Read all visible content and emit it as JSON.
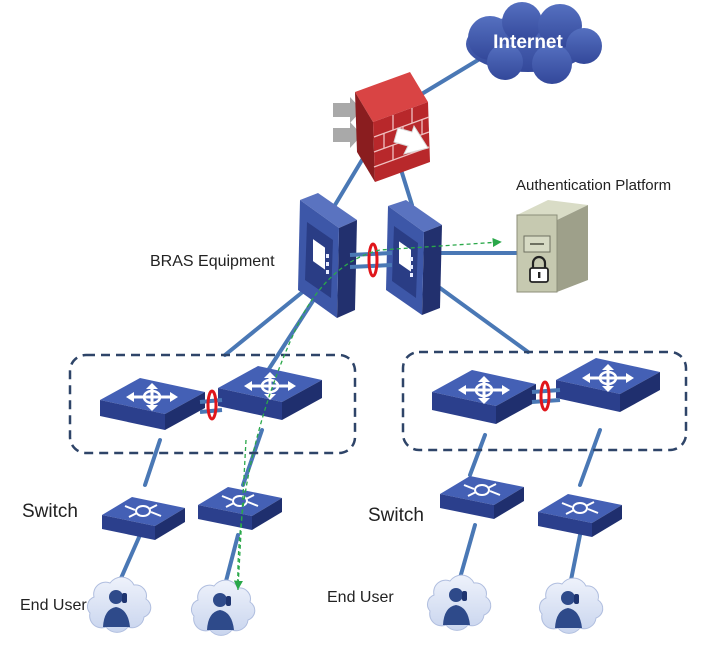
{
  "labels": {
    "internet": "Internet",
    "auth_platform": "Authentication Platform",
    "bras": "BRAS Equipment",
    "switch_left": "Switch",
    "switch_right": "Switch",
    "end_user_left": "End User",
    "end_user_right": "End User"
  },
  "colors": {
    "link": "#4a78b5",
    "device_blue": "#3d57a8",
    "device_dark": "#27367a",
    "firewall_red": "#b8282b",
    "cloud": "#3d57a8",
    "trace_green": "#2aa84a",
    "group_border": "#2e4468",
    "ring_red": "#e0161b"
  },
  "icons": {
    "internet": "cloud-icon",
    "firewall": "firewall-icon",
    "server": "server-lock-icon",
    "bras": "bras-router-icon",
    "core_switch": "core-switch-icon",
    "access_switch": "access-switch-icon",
    "end_user": "user-icon"
  }
}
